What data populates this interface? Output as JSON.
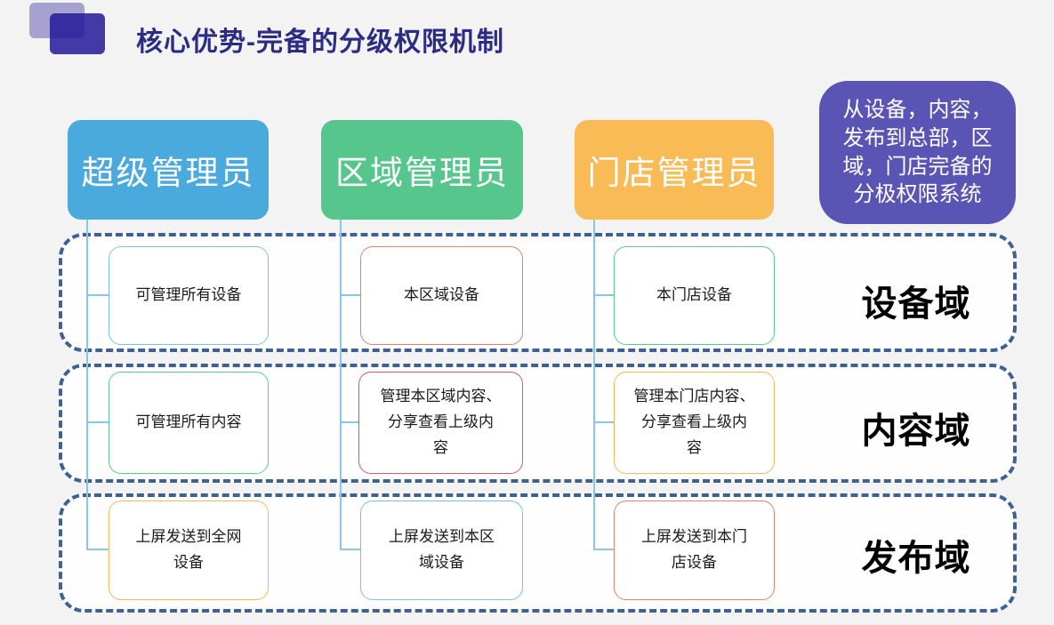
{
  "slide": {
    "title": "核心优势-完备的分级权限机制"
  },
  "columns": [
    {
      "label": "超级管理员",
      "color": "#4BAADD"
    },
    {
      "label": "区域管理员",
      "color": "#57C68D"
    },
    {
      "label": "门店管理员",
      "color": "#F9BB55"
    }
  ],
  "callout": {
    "text": "从设备，内容，\n发布到总部，区\n域，门店完备的\n分极权限系统",
    "color": "#5A54B4"
  },
  "rows": [
    {
      "label": "设备域",
      "cells": [
        {
          "text": "可管理所有设备",
          "border": "#7CC0E8"
        },
        {
          "text": "本区域设备",
          "border": "#E5826F"
        },
        {
          "text": "本门店设备",
          "border": "#5FC893"
        }
      ]
    },
    {
      "label": "内容域",
      "cells": [
        {
          "text": "可管理所有内容",
          "border": "#5FC893"
        },
        {
          "text": "管理本区域内容、\n分享查看上级内\n容",
          "border": "#E94F73"
        },
        {
          "text": "管理本门店内容、\n分享查看上级内\n容",
          "border": "#F5B95E"
        }
      ]
    },
    {
      "label": "发布域",
      "cells": [
        {
          "text": "上屏发送到全网\n设备",
          "border": "#F5B95E"
        },
        {
          "text": "上屏发送到本区\n域设备",
          "border": "#7CC0E8"
        },
        {
          "text": "上屏发送到本门\n店设备",
          "border": "#E5826F"
        }
      ]
    }
  ],
  "colors": {
    "background": "#F3F3F4",
    "title": "#2D2C85",
    "dashed_border": "#3E6093",
    "connector": "#8BC6E9",
    "deco_light": "#A7A1CF",
    "deco_dark": "rgba(35,23,151,0.84)",
    "header_text": "#FFFFFF"
  }
}
